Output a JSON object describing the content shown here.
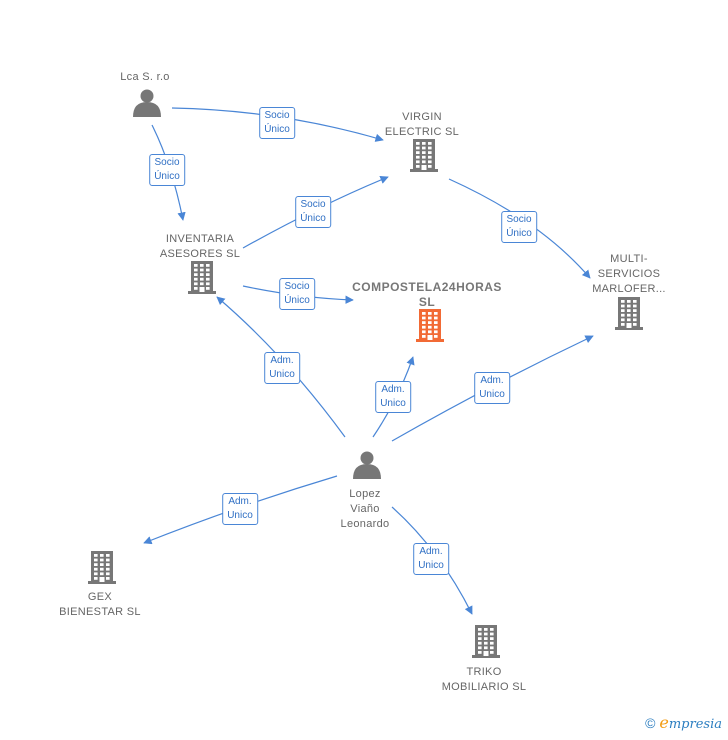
{
  "colors": {
    "edge": "#4a86d6",
    "node": "#777777",
    "highlight": "#f26a35"
  },
  "nodes": [
    {
      "id": "lca",
      "type": "person",
      "label": "Lca S. r.o"
    },
    {
      "id": "virgin",
      "type": "company",
      "label": "VIRGIN\nELECTRIC  SL"
    },
    {
      "id": "inventaria",
      "type": "company",
      "label": "INVENTARIA\nASESORES  SL"
    },
    {
      "id": "compostela",
      "type": "company",
      "label": "COMPOSTELA24HORAS\nSL",
      "highlight": true
    },
    {
      "id": "multi",
      "type": "company",
      "label": "MULTI-\nSERVICIOS\nMARLOFER..."
    },
    {
      "id": "lopez",
      "type": "person",
      "label": "Lopez\nViaño\nLeonardo"
    },
    {
      "id": "gex",
      "type": "company",
      "label": "GEX\nBIENESTAR  SL"
    },
    {
      "id": "triko",
      "type": "company",
      "label": "TRIKO\nMOBILIARIO SL"
    }
  ],
  "edges": [
    {
      "from": "lca",
      "to": "virgin",
      "label": "Socio\nÚnico"
    },
    {
      "from": "lca",
      "to": "inventaria",
      "label": "Socio\nÚnico"
    },
    {
      "from": "inventaria",
      "to": "virgin",
      "label": "Socio\nÚnico"
    },
    {
      "from": "virgin",
      "to": "multi",
      "label": "Socio\nÚnico"
    },
    {
      "from": "inventaria",
      "to": "compostela",
      "label": "Socio\nÚnico"
    },
    {
      "from": "lopez",
      "to": "inventaria",
      "label": "Adm.\nUnico"
    },
    {
      "from": "lopez",
      "to": "compostela",
      "label": "Adm.\nUnico"
    },
    {
      "from": "lopez",
      "to": "multi",
      "label": "Adm.\nUnico"
    },
    {
      "from": "lopez",
      "to": "gex",
      "label": "Adm.\nUnico"
    },
    {
      "from": "lopez",
      "to": "triko",
      "label": "Adm.\nUnico"
    }
  ],
  "footer": {
    "copyright_symbol": "©",
    "brand_initial": "e",
    "brand_rest": "mpresia"
  }
}
